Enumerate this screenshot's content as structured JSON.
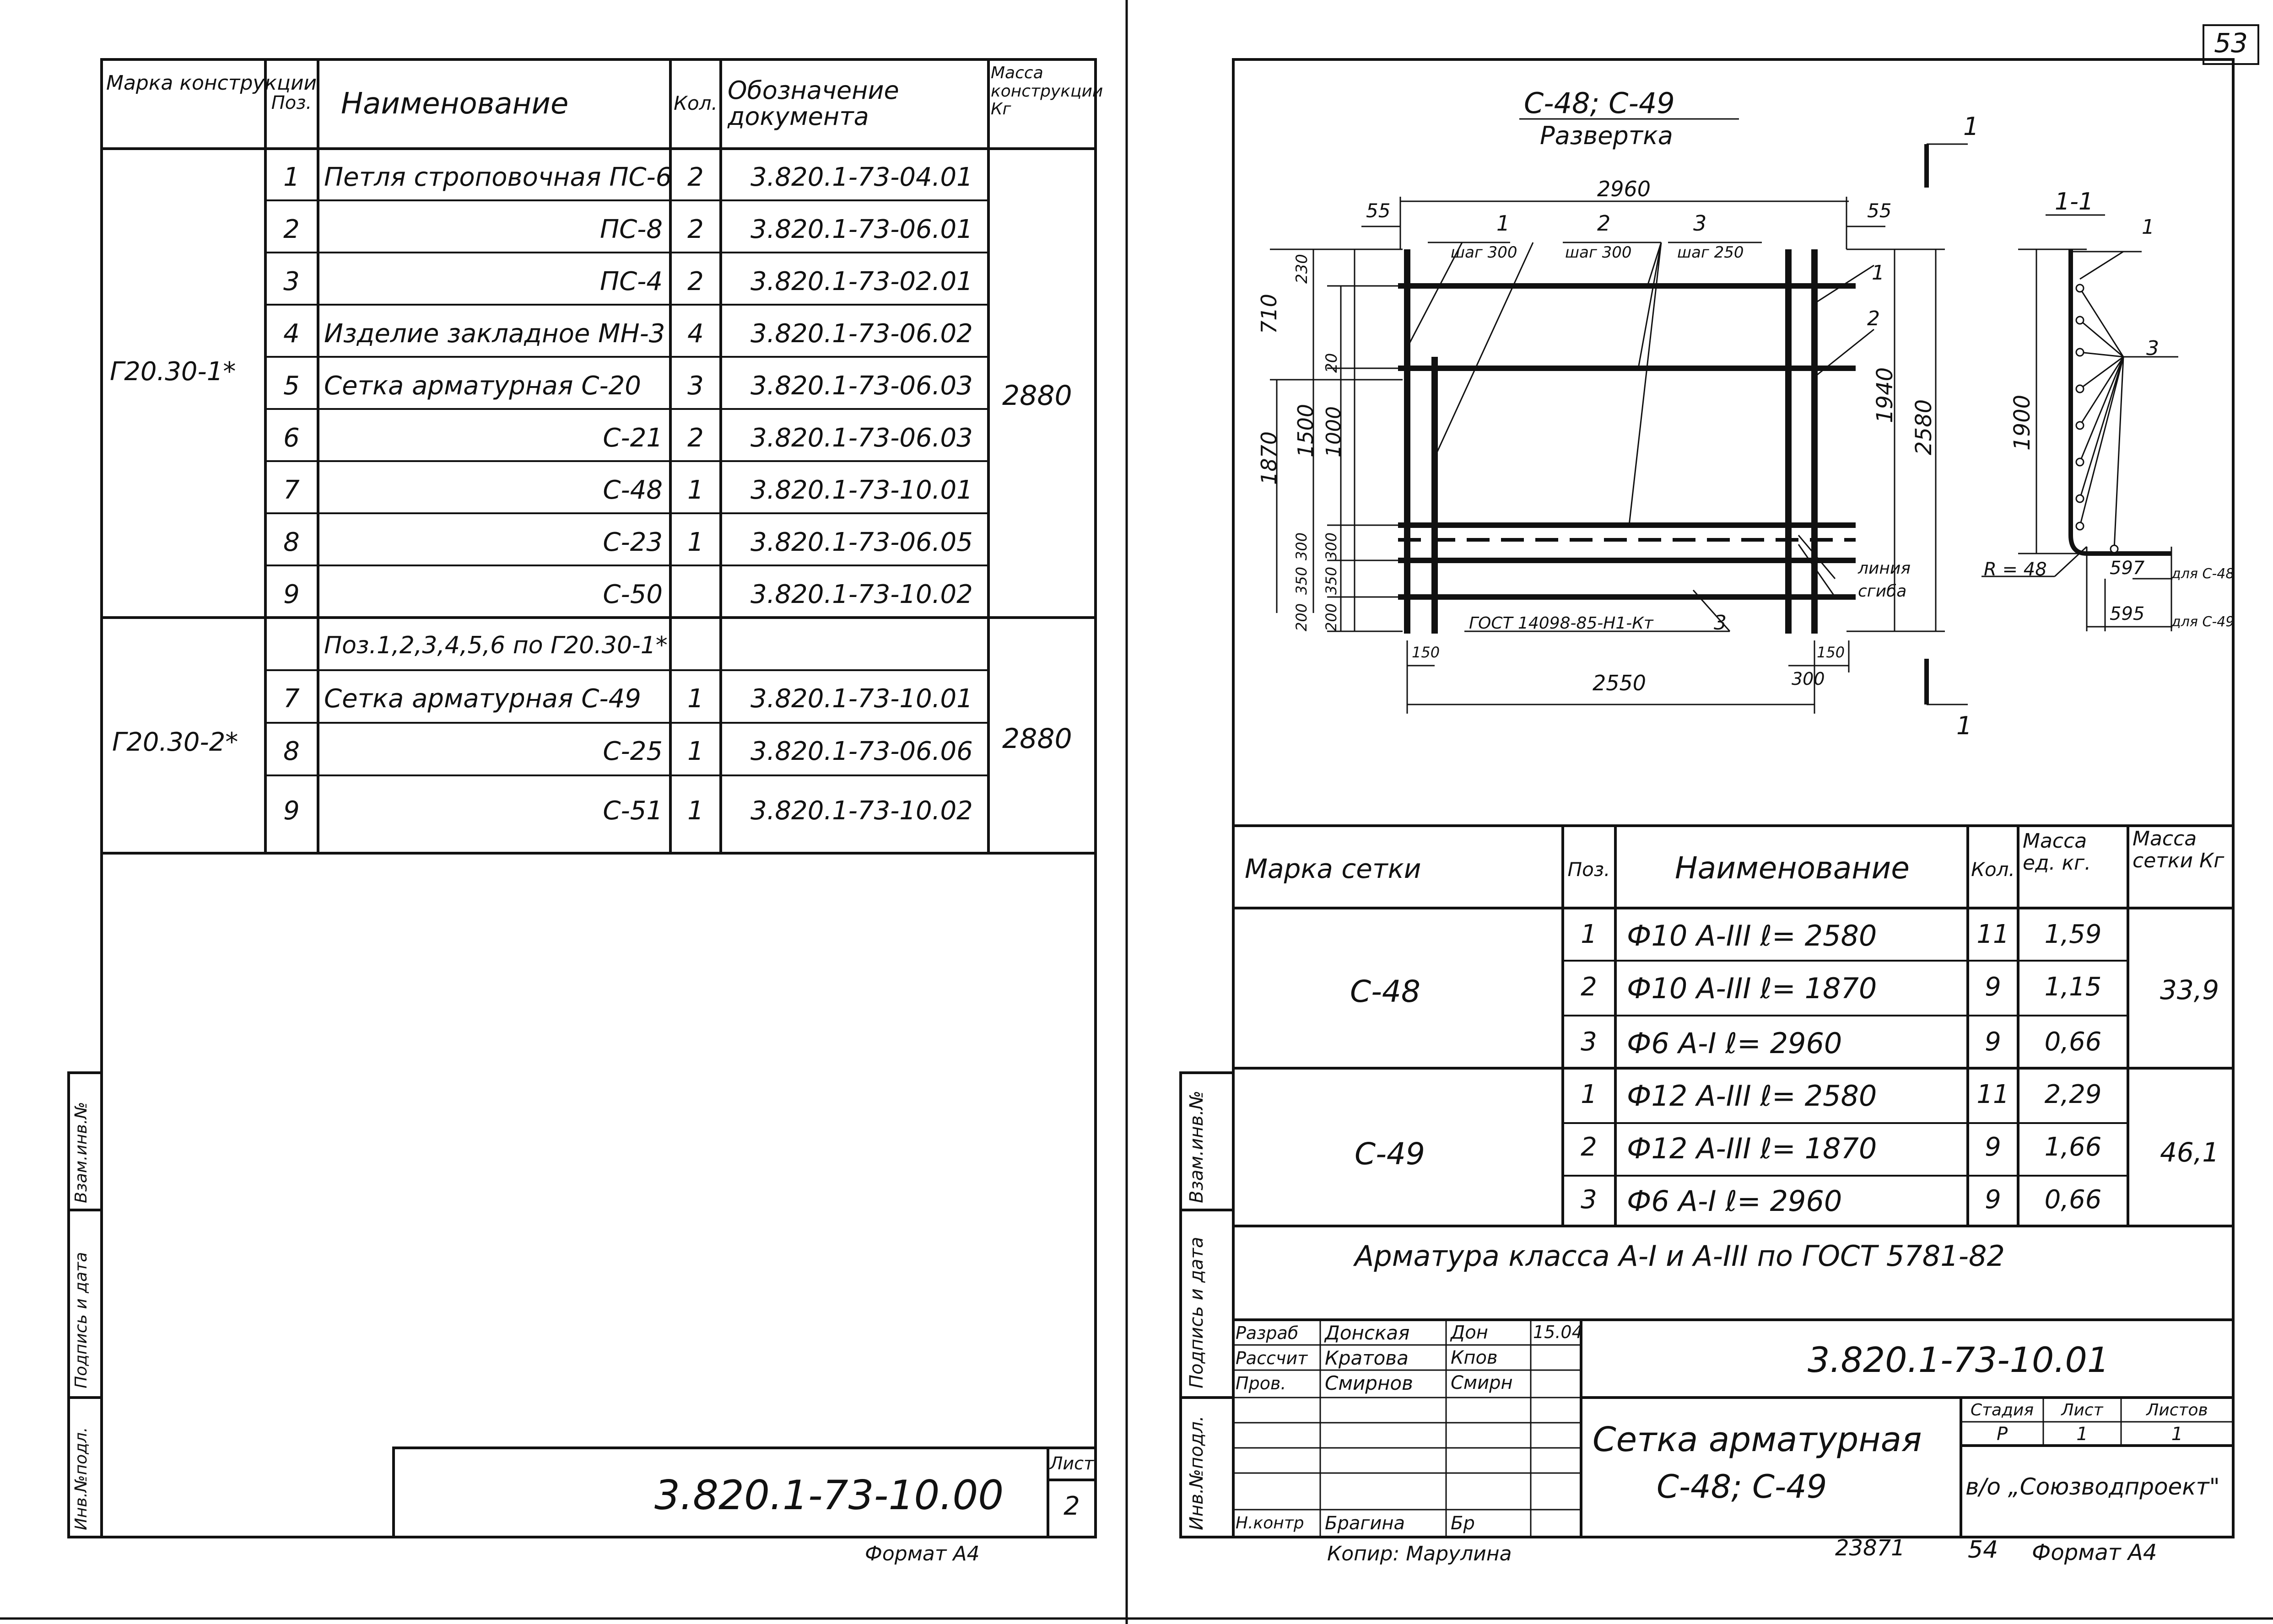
{
  "left": {
    "headers": {
      "mark": "Марка конструкции",
      "pos": "Поз.",
      "name": "Наименование",
      "qty": "Кол.",
      "doc": "Обозначение документа",
      "mass": "Масса конструкции Кг"
    },
    "group1": {
      "mark": "Г20.30-1*",
      "mass": "2880",
      "rows": [
        {
          "pos": "1",
          "name": "Петля строповочная ПС-6",
          "qty": "2",
          "doc": "3.820.1-73-04.01"
        },
        {
          "pos": "2",
          "name": "ПС-8",
          "qty": "2",
          "doc": "3.820.1-73-06.01"
        },
        {
          "pos": "3",
          "name": "ПС-4",
          "qty": "2",
          "doc": "3.820.1-73-02.01"
        },
        {
          "pos": "4",
          "name": "Изделие закладное МН-3",
          "qty": "4",
          "doc": "3.820.1-73-06.02"
        },
        {
          "pos": "5",
          "name": "Сетка арматурная С-20",
          "qty": "3",
          "doc": "3.820.1-73-06.03"
        },
        {
          "pos": "6",
          "name": "С-21",
          "qty": "2",
          "doc": "3.820.1-73-06.03"
        },
        {
          "pos": "7",
          "name": "С-48",
          "qty": "1",
          "doc": "3.820.1-73-10.01"
        },
        {
          "pos": "8",
          "name": "С-23",
          "qty": "1",
          "doc": "3.820.1-73-06.05"
        },
        {
          "pos": "9",
          "name": "С-50",
          "qty": "",
          "doc": "3.820.1-73-10.02"
        }
      ]
    },
    "group2": {
      "mark": "Г20.30-2*",
      "mass": "2880",
      "note": "Поз.1,2,3,4,5,6 по Г20.30-1*",
      "rows": [
        {
          "pos": "7",
          "name": "Сетка арматурная С-49",
          "qty": "1",
          "doc": "3.820.1-73-10.01"
        },
        {
          "pos": "8",
          "name": "С-25",
          "qty": "1",
          "doc": "3.820.1-73-06.06"
        },
        {
          "pos": "9",
          "name": "С-51",
          "qty": "1",
          "doc": "3.820.1-73-10.02"
        }
      ]
    },
    "doc_code": "3.820.1-73-10.00",
    "sheet_label": "Лист",
    "sheet_no": "2",
    "format": "Формат А4"
  },
  "side_stamp": {
    "inv_podl": "Инв.№подл.",
    "podpis": "Подпись и дата",
    "vzam": "Взам.инв.№"
  },
  "right": {
    "page_no": "53",
    "drawing": {
      "title": "С-48; С-49",
      "subtitle": "Развертка",
      "section": "1-1",
      "section_mark": "1",
      "dims": {
        "top_width": "2960",
        "left_offset": "55",
        "right_offset": "55",
        "bottom_width": "2550",
        "edge_left": "150",
        "edge_right": "150",
        "inner_right": "300",
        "h_710": "710",
        "h_1870": "1870",
        "h_1500": "1500",
        "h_1000": "1000",
        "h_230": "230",
        "h_20": "20",
        "h_300a": "300",
        "h_300b": "300",
        "h_350a": "350",
        "h_350b": "350",
        "h_200a": "200",
        "h_200b": "200",
        "h_1940": "1940",
        "h_2580": "2580",
        "sec_1900": "1900",
        "sec_597": "597",
        "sec_595": "595",
        "sec_r": "R = 48"
      },
      "callouts": {
        "c1": "1",
        "c2": "2",
        "c3": "3",
        "step1": "шаг 300",
        "step2": "шаг 300",
        "step3": "шаг 250",
        "bend_line": "линия",
        "bend_line2": "сгиба",
        "gost": "ГОСТ 14098-85-Н1-Кт",
        "gost_mark": "3",
        "for_c48": "для С-48",
        "for_c49": "для С-49",
        "sec_c1": "1",
        "sec_c3": "3"
      }
    },
    "spec": {
      "headers": {
        "mark": "Марка сетки",
        "pos": "Поз.",
        "name": "Наименование",
        "qty": "Кол.",
        "unit_mass": "Масса ед. кг.",
        "mesh_mass": "Масса сетки Кг"
      },
      "groups": [
        {
          "mark": "С-48",
          "mass": "33,9",
          "rows": [
            {
              "pos": "1",
              "name": "Ф10 А-III ℓ= 2580",
              "qty": "11",
              "mass": "1,59"
            },
            {
              "pos": "2",
              "name": "Ф10 А-III ℓ= 1870",
              "qty": "9",
              "mass": "1,15"
            },
            {
              "pos": "3",
              "name": "Ф6 А-I ℓ= 2960",
              "qty": "9",
              "mass": "0,66"
            }
          ]
        },
        {
          "mark": "С-49",
          "mass": "46,1",
          "rows": [
            {
              "pos": "1",
              "name": "Ф12 А-III ℓ= 2580",
              "qty": "11",
              "mass": "2,29"
            },
            {
              "pos": "2",
              "name": "Ф12 А-III ℓ= 1870",
              "qty": "9",
              "mass": "1,66"
            },
            {
              "pos": "3",
              "name": "Ф6 А-I ℓ= 2960",
              "qty": "9",
              "mass": "0,66"
            }
          ]
        }
      ],
      "note": "Арматура класса А-I и А-III по ГОСТ 5781-82"
    },
    "title_block": {
      "doc_code": "3.820.1-73-10.01",
      "roles": [
        "Разраб",
        "Рассчит",
        "Пров.",
        "",
        "",
        "",
        "Н.контр"
      ],
      "names": [
        "Донская",
        "Кратова",
        "Смирнов",
        "",
        "",
        "",
        "Брагина"
      ],
      "signs": [
        "Дон",
        "Кпов",
        "Смирн",
        "",
        "",
        "",
        "Бр"
      ],
      "date": "15.04",
      "title_line1": "Сетка арматурная",
      "title_line2": "С-48; С-49",
      "stage_label": "Стадия",
      "sheet_label": "Лист",
      "sheets_label": "Листов",
      "stage": "Р",
      "sheet": "1",
      "sheets": "1",
      "org": "в/о „Союзводпроект\""
    },
    "copier": "Копир: Марулина",
    "number": "23871",
    "page_bottom": "54",
    "format": "Формат А4"
  }
}
